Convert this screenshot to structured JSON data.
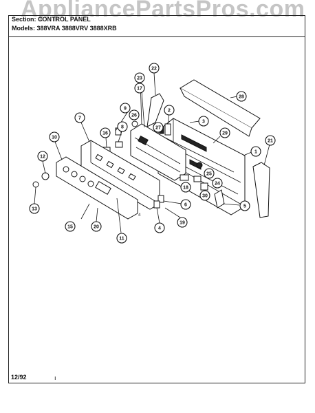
{
  "watermark": "AppliancePartsPros.com",
  "header": {
    "section_label": "Section:",
    "section_value": "CONTROL PANEL",
    "models_label": "Models:",
    "models_value": "388VRA  3888VRV  3888XRB"
  },
  "footer": {
    "date": "12/92",
    "mark": "ı"
  },
  "callouts": {
    "c1": "1",
    "c2": "2",
    "c3": "3",
    "c4": "4",
    "c5": "5",
    "c6": "6",
    "c7": "7",
    "c8": "8",
    "c9": "9",
    "c10": "10",
    "c11": "11",
    "c12": "12",
    "c13": "13",
    "c15": "15",
    "c16": "16",
    "c17": "17",
    "c18": "18",
    "c19": "19",
    "c20": "20",
    "c21": "21",
    "c22": "22",
    "c23": "23",
    "c24": "24",
    "c25": "25",
    "c26": "26",
    "c27": "27",
    "c28": "28",
    "c29": "29",
    "c30": "30"
  }
}
